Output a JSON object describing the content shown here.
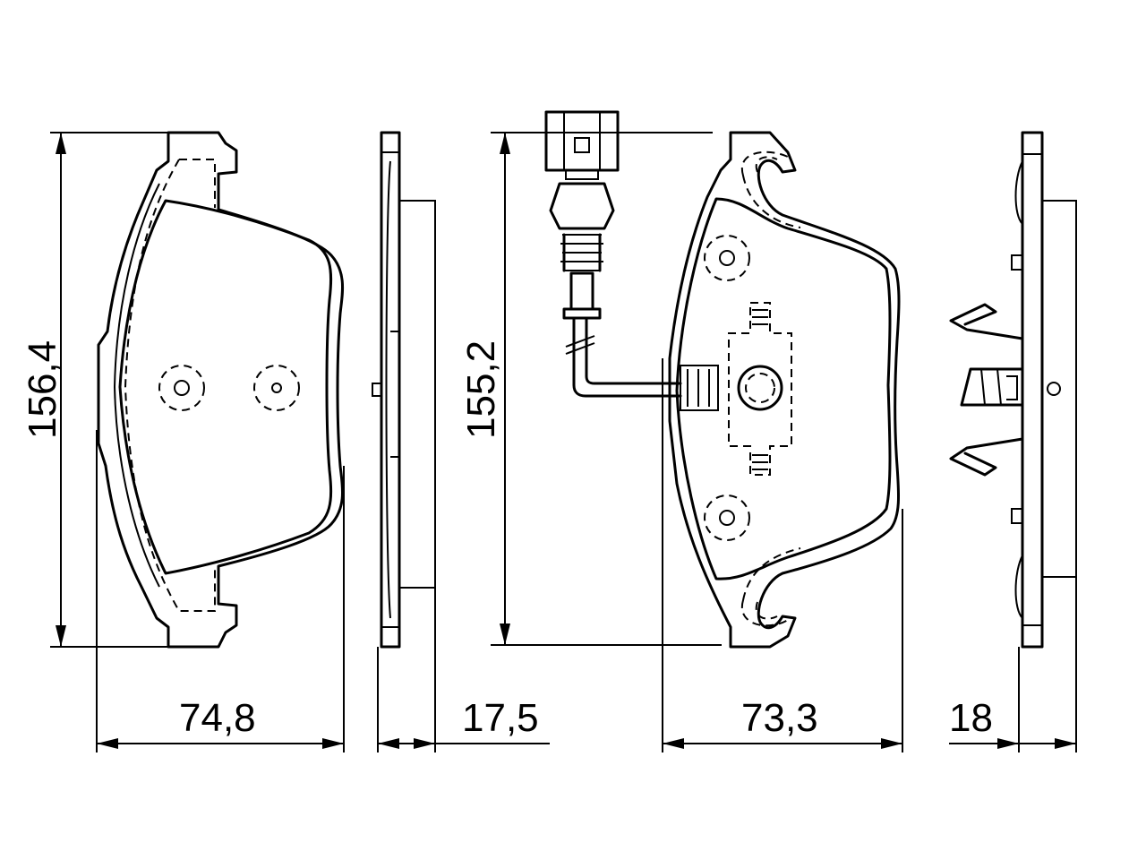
{
  "dimensions": {
    "height_left": "156,4",
    "width_left": "74,8",
    "thickness_left": "17,5",
    "height_right": "155,2",
    "width_right": "73,3",
    "thickness_right": "18"
  }
}
